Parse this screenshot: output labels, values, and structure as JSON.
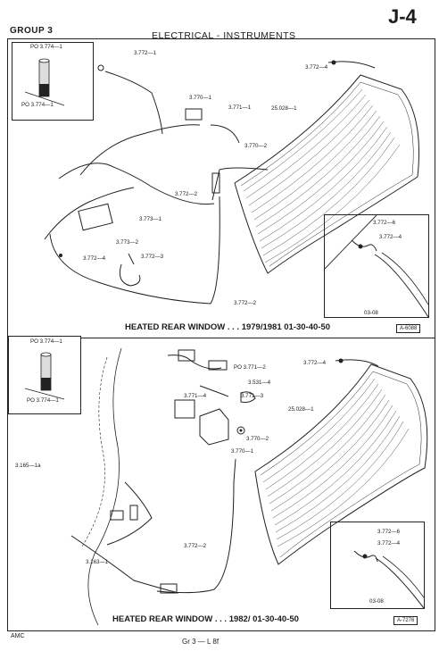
{
  "page_code": "J-4",
  "group": "GROUP 3",
  "section_title": "ELECTRICAL - INSTRUMENTS",
  "footer": {
    "left": "AMC",
    "center": "Gr 3 — L 8f"
  },
  "diagram1": {
    "caption": "HEATED REAR WINDOW . . . 1979/1981 01-30-40-50",
    "figure_id": "A-6088",
    "inset_box_labels": [
      "PO 3.774—1",
      "PO 3.774—1"
    ],
    "inset_detail_labels": [
      "3.772—6",
      "3.772—4"
    ],
    "inset_detail_id": "03-08",
    "callouts": [
      "3.772—1",
      "3.772—4",
      "3.770—1",
      "3.771—1",
      "25.028—1",
      "3.770—2",
      "3.772—2",
      "3.773—1",
      "3.773—2",
      "3.772—4",
      "3.772—3",
      "3.772—2"
    ]
  },
  "diagram2": {
    "caption": "HEATED REAR WINDOW . . . 1982/ 01-30-40-50",
    "figure_id": "A-7276",
    "inset_box_labels": [
      "PO 3.774—1",
      "PO 3.774—1"
    ],
    "inset_detail_labels": [
      "3.772—6",
      "3.772—4"
    ],
    "inset_detail_id": "03-08",
    "callouts": [
      "PO 3.771—2",
      "3.772—4",
      "3.531—4",
      "3.771—4",
      "3.771—3",
      "25.028—1",
      "3.770—2",
      "3.770—1",
      "3.165—1a",
      "3.772—2",
      "3.163—1"
    ]
  }
}
